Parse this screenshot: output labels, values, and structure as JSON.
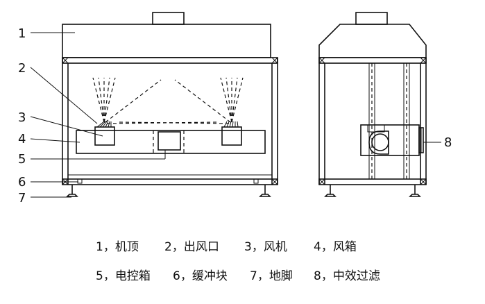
{
  "callouts": [
    "1",
    "2",
    "3",
    "4",
    "5",
    "6",
    "7",
    "8"
  ],
  "legend": {
    "row1": [
      "1，机顶",
      "2，出风口",
      "3，风机",
      "4，风箱"
    ],
    "row2": [
      "5，电控箱",
      "6，缓冲块",
      "7，地脚",
      "8，中效过滤"
    ]
  }
}
